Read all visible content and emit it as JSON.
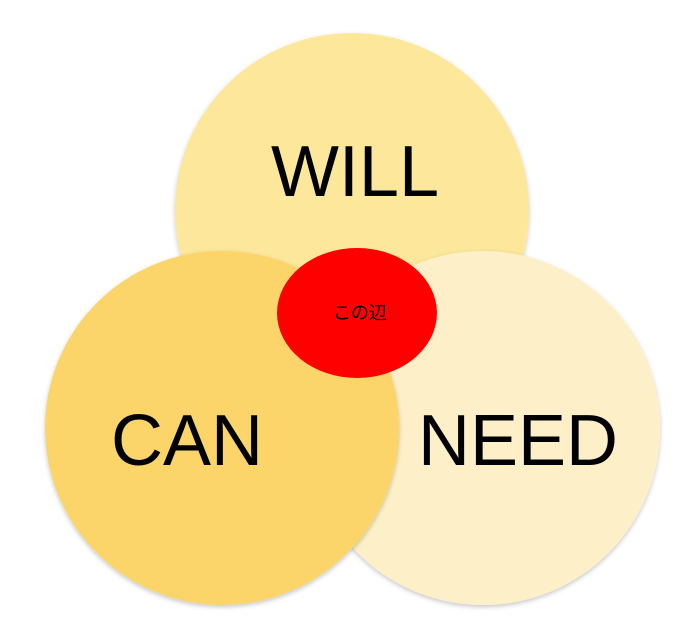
{
  "diagram": {
    "circles": [
      {
        "id": "will",
        "label": "WILL",
        "color": "#fce79a"
      },
      {
        "id": "need",
        "label": "NEED",
        "color": "#fdf0c8"
      },
      {
        "id": "can",
        "label": "CAN",
        "color": "#fbd56a"
      }
    ],
    "center": {
      "label": "この辺",
      "color": "#ff0000"
    }
  }
}
